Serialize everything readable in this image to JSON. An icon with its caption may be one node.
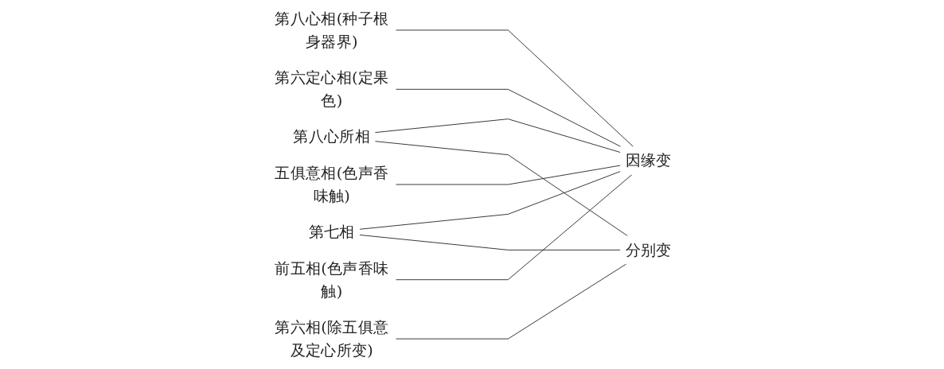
{
  "diagram": {
    "nodes": [
      {
        "text": [
          "第八心相(种子根身器界)"
        ]
      },
      {
        "text": [
          "第八心所相"
        ]
      },
      {
        "text": [
          "第七相"
        ]
      },
      {
        "text": [
          "第六相(除五俱意及定心所变)"
        ]
      },
      {
        "text": [
          "第六定心相(定果色)"
        ]
      },
      {
        "text": [
          "五俱意相(色声香味触)"
        ]
      },
      {
        "text": [
          "前五相(色声香味触)"
        ]
      },
      {
        "text": [
          "因缘变"
        ]
      },
      {
        "text": [
          "分别变"
        ]
      }
    ],
    "edges": [
      {
        "from": 0,
        "to": 7,
        "arrow": "none"
      },
      {
        "from": 1,
        "to": 7,
        "arrow": "none"
      },
      {
        "from": 1,
        "to": 8,
        "arrow": "none"
      },
      {
        "from": 2,
        "to": 7,
        "arrow": "none"
      },
      {
        "from": 2,
        "to": 8,
        "arrow": "none"
      },
      {
        "from": 3,
        "to": 8,
        "arrow": "none"
      },
      {
        "from": 4,
        "to": 7,
        "arrow": "none"
      },
      {
        "from": 5,
        "to": 7,
        "arrow": "none"
      },
      {
        "from": 6,
        "to": 7,
        "arrow": "none"
      }
    ]
  }
}
